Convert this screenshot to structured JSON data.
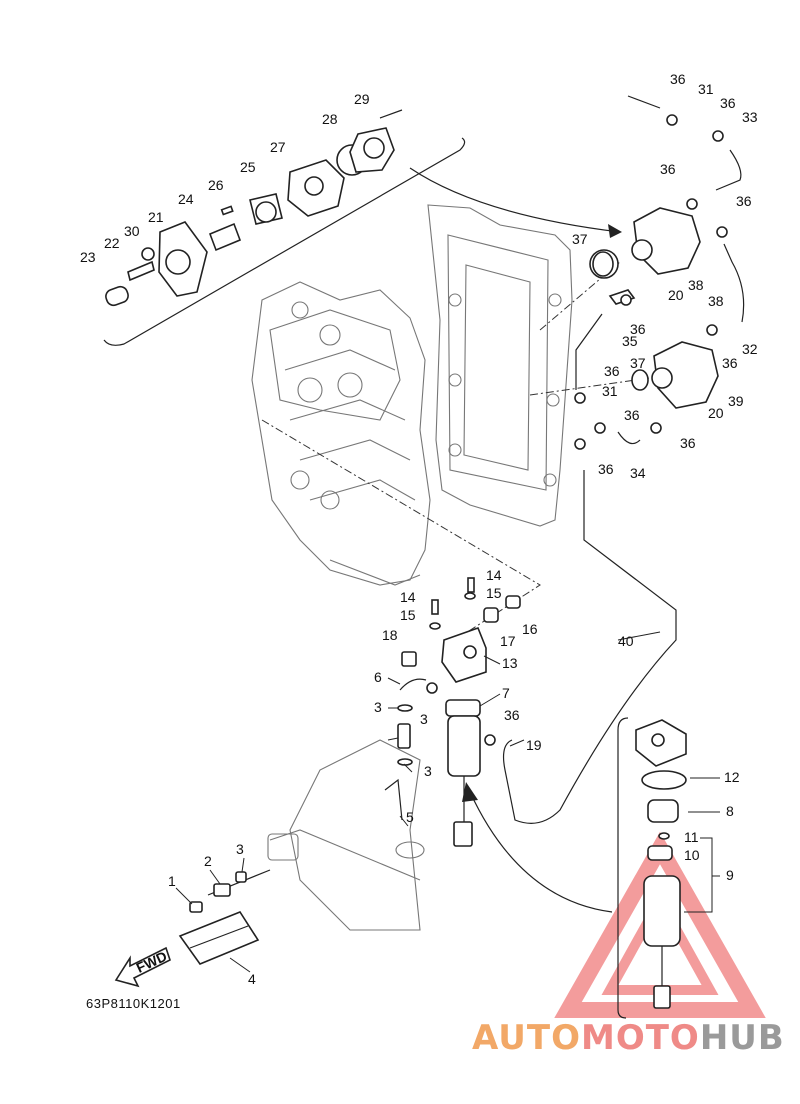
{
  "diagram_code": "63P8110K1201",
  "fwd_label": "FWD",
  "watermark": {
    "part1": "AUTO",
    "part2": "MOTO",
    "part3": "HUB"
  },
  "colors": {
    "line": "#222222",
    "watermark_triangle": "#f07c7c",
    "watermark_orange": "#f2a867",
    "watermark_gray": "#9a9a9a"
  },
  "callouts": [
    "1",
    "2",
    "3",
    "3",
    "3",
    "3",
    "4",
    "5",
    "6",
    "7",
    "8",
    "9",
    "10",
    "11",
    "12",
    "13",
    "14",
    "14",
    "15",
    "15",
    "16",
    "17",
    "18",
    "19",
    "20",
    "20",
    "21",
    "22",
    "23",
    "24",
    "25",
    "26",
    "27",
    "28",
    "29",
    "30",
    "31",
    "31",
    "32",
    "33",
    "34",
    "35",
    "36",
    "36",
    "36",
    "36",
    "36",
    "36",
    "36",
    "36",
    "36",
    "36",
    "36",
    "36",
    "37",
    "37",
    "38",
    "38",
    "39",
    "40"
  ]
}
